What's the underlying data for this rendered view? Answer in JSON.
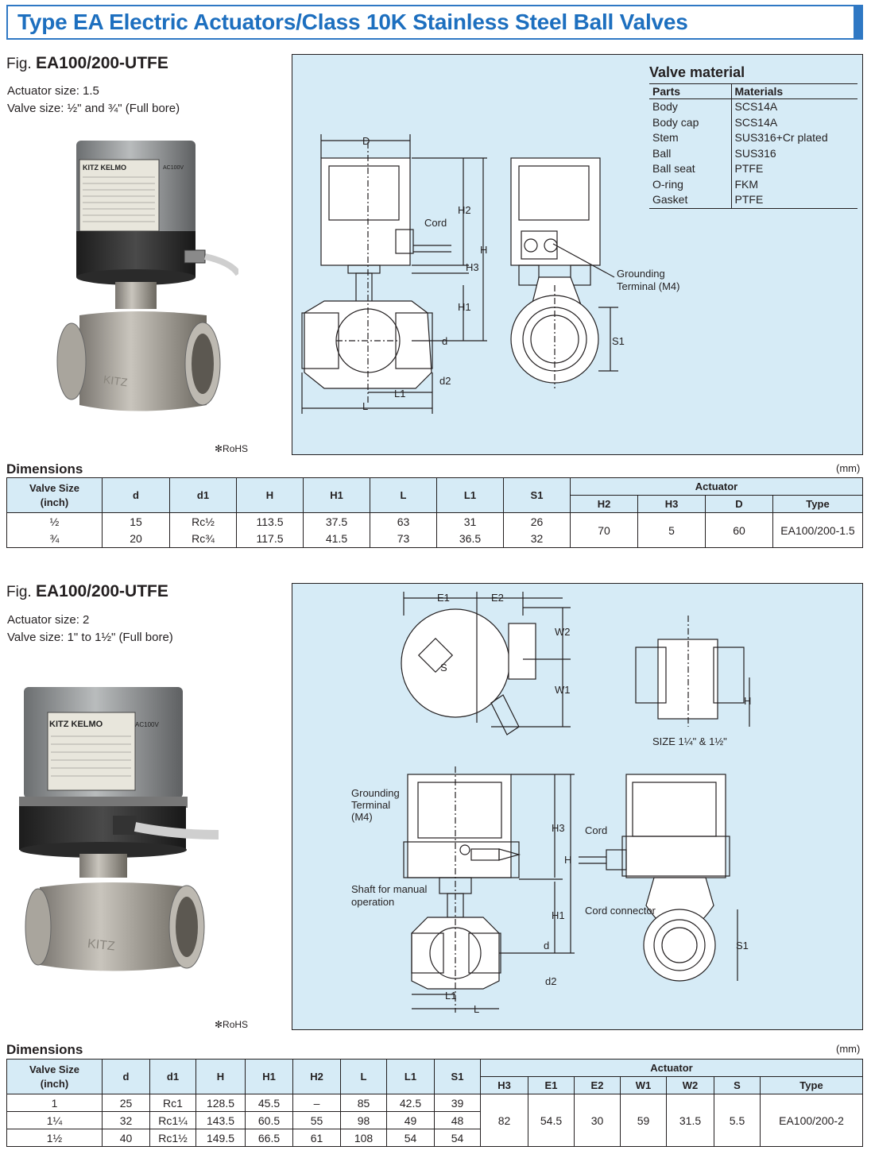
{
  "header": {
    "title": "Type EA Electric Actuators/Class 10K Stainless Steel Ball Valves"
  },
  "section1": {
    "fig_prefix": "Fig.",
    "fig_code": "EA100/200-UTFE",
    "actuator_size": "Actuator size: 1.5",
    "valve_size": "Valve size: ½\" and ¾\" (Full bore)",
    "rohs": "✻RoHS",
    "photo_labels": {
      "brand": "KITZ KELMO",
      "voltage": "AC100V",
      "body_mark": "KITZ"
    },
    "diagram_labels": {
      "D": "D",
      "H2": "H2",
      "H": "H",
      "H3": "H3",
      "H1": "H1",
      "d": "d",
      "d2": "d2",
      "L1": "L1",
      "L": "L",
      "S1": "S1",
      "cord": "Cord",
      "grounding": "Grounding",
      "terminal": "Terminal (M4)"
    },
    "material": {
      "title": "Valve material",
      "headers": [
        "Parts",
        "Materials"
      ],
      "rows": [
        [
          "Body",
          "SCS14A"
        ],
        [
          "Body cap",
          "SCS14A"
        ],
        [
          "Stem",
          "SUS316+Cr plated"
        ],
        [
          "Ball",
          "SUS316"
        ],
        [
          "Ball seat",
          "PTFE"
        ],
        [
          "O-ring",
          "FKM"
        ],
        [
          "Gasket",
          "PTFE"
        ]
      ]
    },
    "dims": {
      "title": "Dimensions",
      "unit": "(mm)",
      "headers": {
        "valve_size_1": "Valve Size",
        "valve_size_2": "(inch)",
        "d": "d",
        "d1": "d1",
        "H": "H",
        "H1": "H1",
        "L": "L",
        "L1": "L1",
        "S1": "S1",
        "actuator": "Actuator",
        "H2": "H2",
        "H3": "H3",
        "D": "D",
        "type": "Type"
      },
      "rows": [
        {
          "size": "½",
          "d": "15",
          "d1": "Rc½",
          "H": "113.5",
          "H1": "37.5",
          "L": "63",
          "L1": "31",
          "S1": "26"
        },
        {
          "size": "¾",
          "d": "20",
          "d1": "Rc¾",
          "H": "117.5",
          "H1": "41.5",
          "L": "73",
          "L1": "36.5",
          "S1": "32"
        }
      ],
      "actuator": {
        "H2": "70",
        "H3": "5",
        "D": "60",
        "type": "EA100/200-1.5"
      }
    }
  },
  "section2": {
    "fig_prefix": "Fig.",
    "fig_code": "EA100/200-UTFE",
    "actuator_size": "Actuator size: 2",
    "valve_size": "Valve size: 1\" to 1½\" (Full bore)",
    "rohs": "✻RoHS",
    "photo_labels": {
      "brand": "KITZ KELMO",
      "voltage": "AC100V",
      "body_mark": "KITZ"
    },
    "diagram_labels": {
      "E1": "E1",
      "E2": "E2",
      "W2": "W2",
      "W1": "W1",
      "S": "S",
      "H": "H",
      "size_note": "SIZE 1¼\" & 1½\"",
      "grounding": "Grounding",
      "terminal": "Terminal",
      "m4": "(M4)",
      "H3": "H3",
      "Hmid": "H",
      "cord": "Cord",
      "shaft1": "Shaft for manual",
      "shaft2": "operation",
      "cord_connector": "Cord connector",
      "H1": "H1",
      "d": "d",
      "S1": "S1",
      "d2": "d2",
      "L1": "L1",
      "L": "L"
    },
    "dims": {
      "title": "Dimensions",
      "unit": "(mm)",
      "headers": {
        "valve_size_1": "Valve Size",
        "valve_size_2": "(inch)",
        "d": "d",
        "d1": "d1",
        "H": "H",
        "H1": "H1",
        "H2": "H2",
        "L": "L",
        "L1": "L1",
        "S1": "S1",
        "actuator": "Actuator",
        "H3": "H3",
        "E1": "E1",
        "E2": "E2",
        "W1": "W1",
        "W2": "W2",
        "S": "S",
        "type": "Type"
      },
      "rows": [
        {
          "size": "1",
          "d": "25",
          "d1": "Rc1",
          "H": "128.5",
          "H1": "45.5",
          "H2": "–",
          "L": "85",
          "L1": "42.5",
          "S1": "39"
        },
        {
          "size": "1¼",
          "d": "32",
          "d1": "Rc1¼",
          "H": "143.5",
          "H1": "60.5",
          "H2": "55",
          "L": "98",
          "L1": "49",
          "S1": "48"
        },
        {
          "size": "1½",
          "d": "40",
          "d1": "Rc1½",
          "H": "149.5",
          "H1": "66.5",
          "H2": "61",
          "L": "108",
          "L1": "54",
          "S1": "54"
        }
      ],
      "actuator": {
        "H3": "82",
        "E1": "54.5",
        "E2": "30",
        "W1": "59",
        "W2": "31.5",
        "S": "5.5",
        "type": "EA100/200-2"
      }
    }
  },
  "colors": {
    "brand_blue": "#1d6fbf",
    "panel_blue": "#d6ebf6",
    "table_header": "#d6ebf6"
  }
}
